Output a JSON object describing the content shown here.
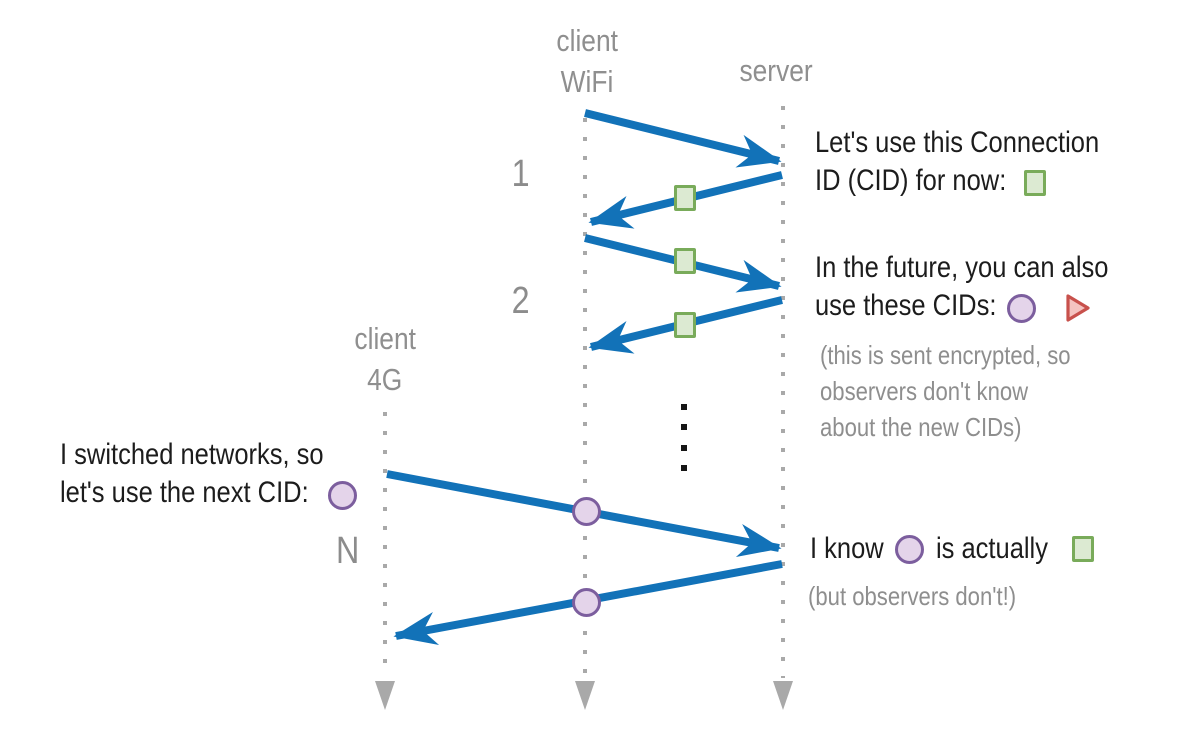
{
  "diagram_type": "sequence-diagram",
  "topic": "QUIC connection ID migration",
  "lifelines": {
    "wifi": {
      "label_line1": "client",
      "label_line2": "WiFi"
    },
    "server": {
      "label": "server"
    },
    "cellular": {
      "label_line1": "client",
      "label_line2": "4G"
    }
  },
  "round_labels": {
    "first": "1",
    "second": "2",
    "nth": "N"
  },
  "annotations": {
    "cid_now": {
      "line1": "Let's use this Connection",
      "line2": "ID (CID) for now:"
    },
    "future": {
      "line1": "In the future, you can also",
      "line2": "use these CIDs:"
    },
    "encrypted_note": {
      "line1": "(this is sent encrypted, so",
      "line2": "observers don't know",
      "line3": "about the new CIDs)"
    },
    "switched": {
      "line1": "I switched networks, so",
      "line2": "let's use the next CID:"
    },
    "know": {
      "prefix": "I know",
      "suffix": "is actually"
    },
    "observers_note": "(but observers don't!)"
  },
  "icons": {
    "green_square": "current connection ID (CID)",
    "purple_circle": "next connection ID",
    "red_triangle": "future connection ID"
  },
  "colors": {
    "arrow_blue": "#1272b8",
    "green_fill": "#dcead2",
    "green_stroke": "#79ab5a",
    "purple_fill": "#e4d4ea",
    "purple_stroke": "#7c5e9e",
    "red_fill": "#f4c3c0",
    "red_stroke": "#c8514c",
    "gray_label": "#8e8e8e",
    "text_black": "#1c1c1c"
  }
}
